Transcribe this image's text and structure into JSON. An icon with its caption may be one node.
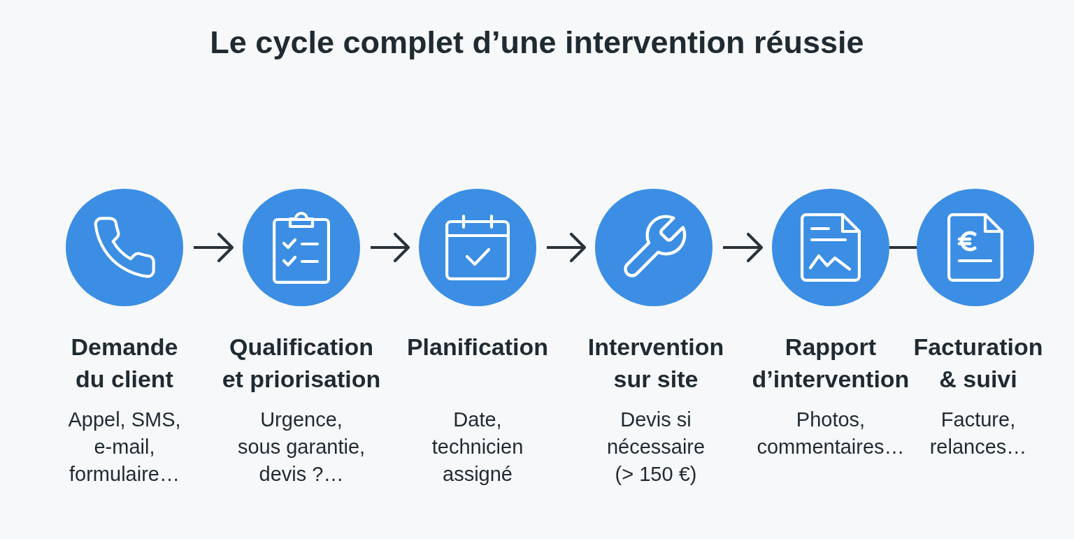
{
  "diagram": {
    "title": "Le cycle complet d’une intervention réussie",
    "nodes": [
      {
        "text": [
          "Demande du client",
          "Appel, SMS, e-mail, formulaire…"
        ]
      },
      {
        "text": [
          "Qualification et priorisation",
          "Urgence, sous garantie, devis ?…"
        ]
      },
      {
        "text": [
          "Planification",
          "Date, technicien assigné"
        ]
      },
      {
        "text": [
          "Intervention sur site",
          "Devis si nécessaire (> 150 €)"
        ]
      },
      {
        "text": [
          "Rapport d’intervention",
          "Photos, commentaires…"
        ]
      },
      {
        "text": [
          "Facturation & suivi",
          "Facture, relances…"
        ]
      }
    ],
    "edges": [
      {
        "from": 0,
        "to": 1,
        "arrow": "to"
      },
      {
        "from": 1,
        "to": 2,
        "arrow": "to"
      },
      {
        "from": 2,
        "to": 3,
        "arrow": "to"
      },
      {
        "from": 3,
        "to": 4,
        "arrow": "to"
      },
      {
        "from": 4,
        "to": 5,
        "arrow": "none"
      }
    ]
  }
}
